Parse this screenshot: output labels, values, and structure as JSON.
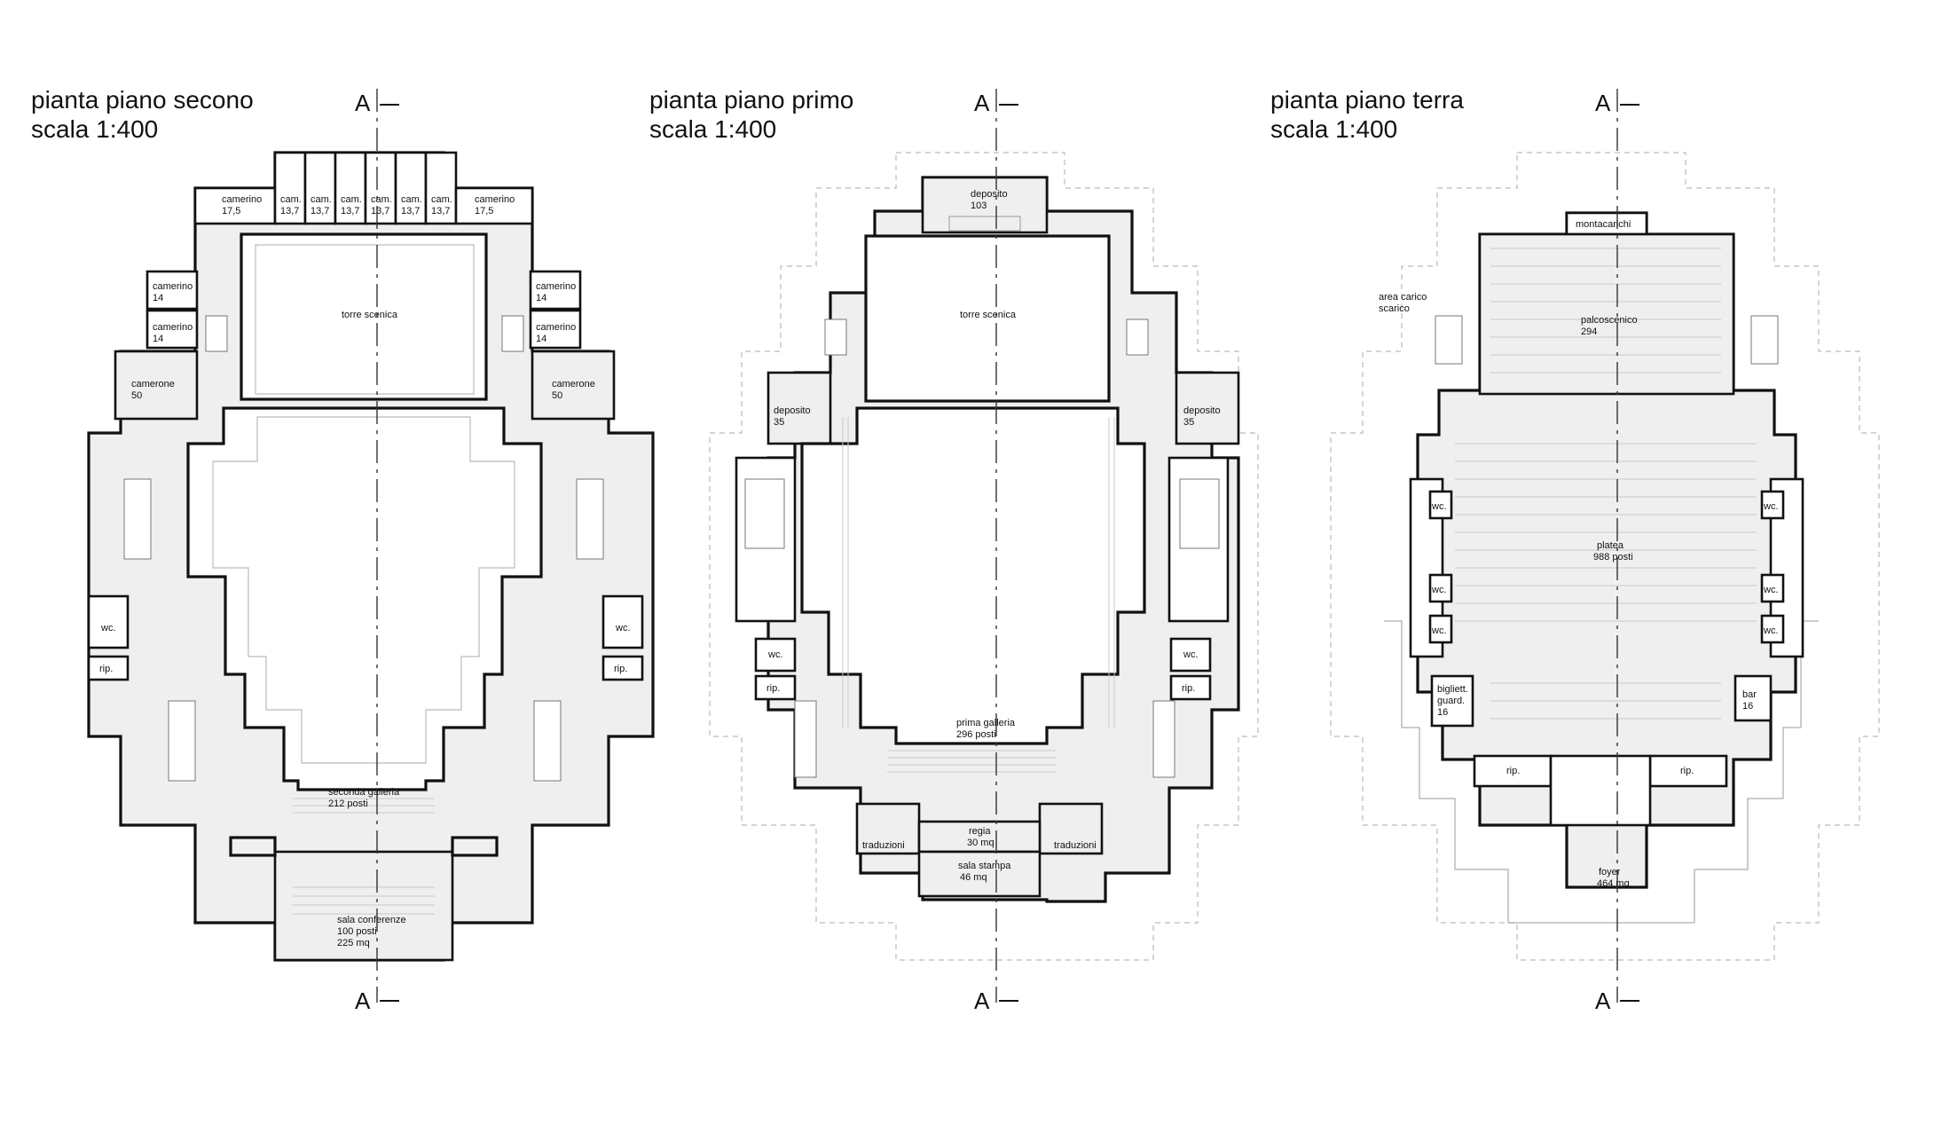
{
  "plans": [
    {
      "title_line1": "pianta piano secono",
      "title_line2": "scala 1:400",
      "section_mark_top": "A",
      "section_mark_bottom": "A",
      "rooms": {
        "camerino_tl": "camerino",
        "camerino_tl_area": "17,5",
        "cam1": "cam.",
        "cam1_area": "13,7",
        "cam2": "cam.",
        "cam2_area": "13,7",
        "cam3": "cam.",
        "cam3_area": "13,7",
        "cam4": "cam.",
        "cam4_area": "13,7",
        "cam5": "cam.",
        "cam5_area": "13,7",
        "cam6": "cam.",
        "cam6_area": "13,7",
        "camerino_tr": "camerino",
        "camerino_tr_area": "17,5",
        "camerino_l1": "camerino",
        "camerino_l1_area": "14",
        "camerino_l2": "camerino",
        "camerino_l2_area": "14",
        "camerino_r1": "camerino",
        "camerino_r1_area": "14",
        "camerino_r2": "camerino",
        "camerino_r2_area": "14",
        "camerone_l": "camerone",
        "camerone_l_area": "50",
        "camerone_r": "camerone",
        "camerone_r_area": "50",
        "torre": "torre scenica",
        "wc_l": "wc.",
        "rip_l": "rip.",
        "wc_r": "wc.",
        "rip_r": "rip.",
        "galleria": "seconda galleria",
        "galleria_posti": "212 posti",
        "sala": "sala conferenze",
        "sala_posti": "100 posti",
        "sala_mq": "225 mq"
      }
    },
    {
      "title_line1": "pianta piano primo",
      "title_line2": "scala 1:400",
      "section_mark_top": "A",
      "section_mark_bottom": "A",
      "rooms": {
        "deposito_top": "deposito",
        "deposito_top_area": "103",
        "torre": "torre scenica",
        "deposito_l": "deposito",
        "deposito_l_area": "35",
        "deposito_r": "deposito",
        "deposito_r_area": "35",
        "wc_l": "wc.",
        "rip_l": "rip.",
        "wc_r": "wc.",
        "rip_r": "rip.",
        "galleria": "prima galleria",
        "galleria_posti": "296 posti",
        "regia": "regia",
        "regia_mq": "30 mq",
        "trad_l": "traduzioni",
        "trad_r": "traduzioni",
        "stampa": "sala stampa",
        "stampa_mq": "46 mq"
      }
    },
    {
      "title_line1": "pianta piano terra",
      "title_line2": "scala 1:400",
      "section_mark_top": "A",
      "section_mark_bottom": "A",
      "rooms": {
        "montacarichi": "montacarichi",
        "area_carico": "area carico",
        "scarico": "scarico",
        "palco": "palcoscenico",
        "palco_area": "294",
        "platea": "platea",
        "platea_posti": "988 posti",
        "wc_l1": "wc.",
        "wc_l2": "wc.",
        "wc_l3": "wc.",
        "wc_r1": "wc.",
        "wc_r2": "wc.",
        "wc_r3": "wc.",
        "bigl": "bigliett.",
        "guard": "guard.",
        "bigl_area": "16",
        "bar": "bar",
        "bar_area": "16",
        "rip_l": "rip.",
        "rip_r": "rip.",
        "foyer": "foyer",
        "foyer_mq": "464 mq"
      }
    }
  ]
}
